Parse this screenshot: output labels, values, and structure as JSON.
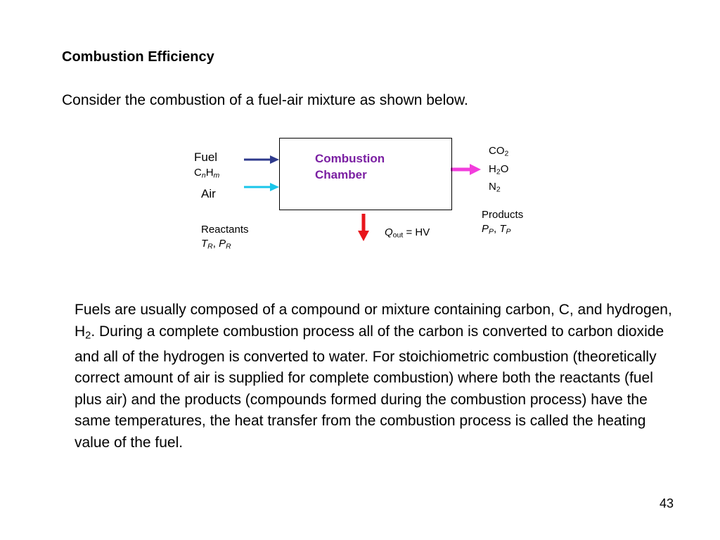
{
  "title": "Combustion Efficiency",
  "intro": "Consider the combustion of a fuel-air mixture as shown below.",
  "diagram": {
    "chamber_line1": "Combustion",
    "chamber_line2": "Chamber",
    "fuel_label": "Fuel",
    "fuel_formula": {
      "c": "C",
      "n": "n",
      "h": "H",
      "m": "m"
    },
    "air_label": "Air",
    "reactants_label": "Reactants",
    "reactants_props": {
      "t": "T",
      "t_sub": "R",
      "sep": ", ",
      "p": "P",
      "p_sub": "R"
    },
    "products": [
      {
        "base": "CO",
        "sub": "2",
        "tail": ""
      },
      {
        "base": "H",
        "sub": "2",
        "tail": "O"
      },
      {
        "base": "N",
        "sub": "2",
        "tail": ""
      }
    ],
    "products_label": "Products",
    "products_props": {
      "p": "P",
      "p_sub": "P",
      "sep": ", ",
      "t": "T",
      "t_sub": "P"
    },
    "heat": {
      "q": "Q",
      "q_sub": "out",
      "rest": " = HV"
    },
    "colors": {
      "fuel_arrow": "#2e3a8c",
      "air_arrow": "#19c6ea",
      "products_arrow": "#f23ddc",
      "heat_arrow": "#e8151b",
      "chamber_text": "#7a1fa2"
    }
  },
  "body": {
    "part1": "Fuels are usually composed of a compound or mixture containing carbon, C, and hydrogen, H",
    "sub": "2",
    "part2": ".   During a complete combustion process all of the carbon is converted to carbon dioxide and all of the hydrogen is converted to water.  For stoichiometric combustion (theoretically correct amount of air is supplied for complete combustion) where both the reactants (fuel plus air) and the products (compounds formed during the combustion process) have the same temperatures, the heat transfer from the combustion process is called the heating value of the fuel."
  },
  "page_number": "43"
}
